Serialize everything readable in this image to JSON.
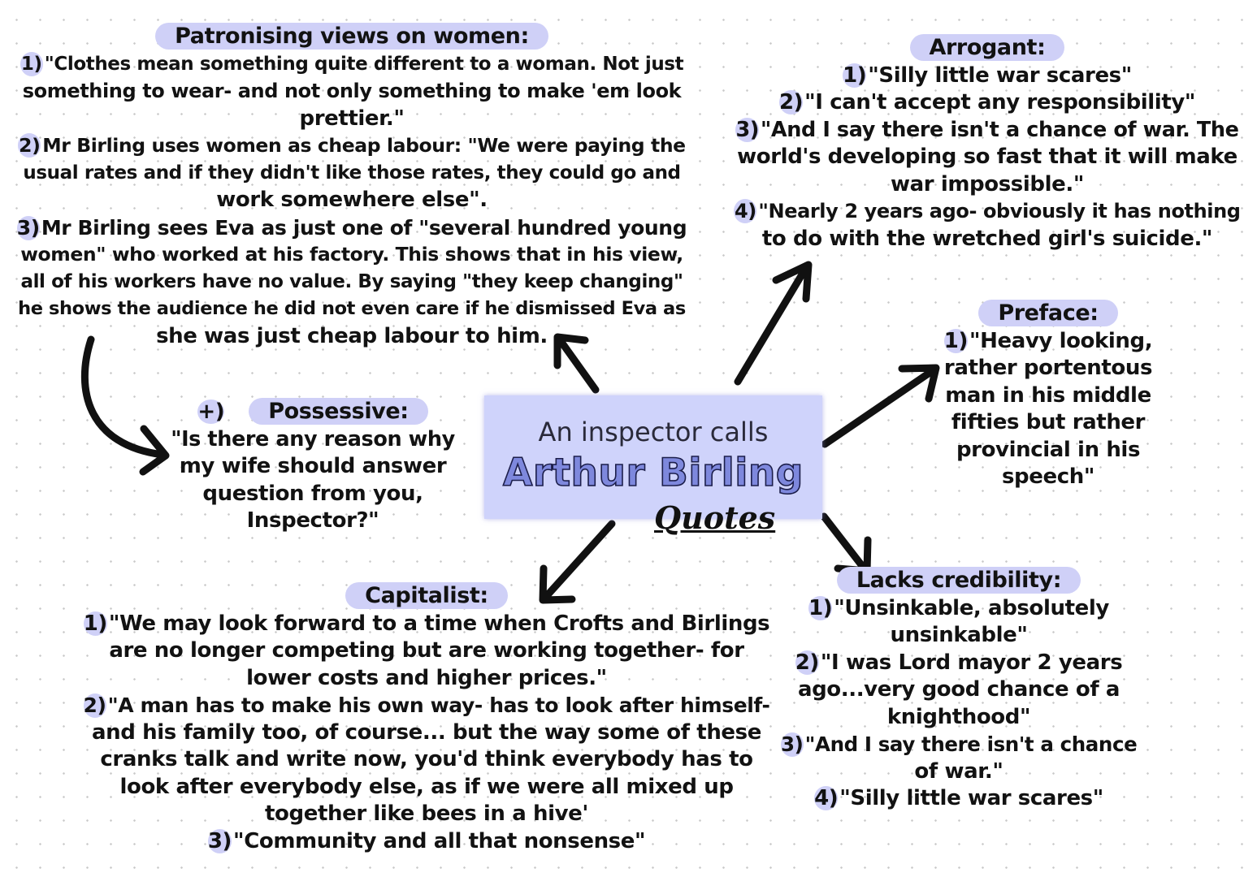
{
  "center": {
    "subtitle": "An inspector calls",
    "title": "Arthur Birling",
    "tag": "Quotes"
  },
  "patronising": {
    "heading": "Patronising views on women:",
    "lines": [
      {
        "num": "1)",
        "text": "\"Clothes mean something quite different to a woman. Not just"
      },
      {
        "num": "",
        "text": "something to wear- and not only something to make 'em look"
      },
      {
        "num": "",
        "text": "prettier.\""
      },
      {
        "num": "2)",
        "text": "Mr Birling uses women as cheap labour: \"We were paying the"
      },
      {
        "num": "",
        "text": "usual rates and if they didn't like those rates, they could go and"
      },
      {
        "num": "",
        "text": "work somewhere else\"."
      },
      {
        "num": "3)",
        "text": "Mr Birling sees Eva as just one of \"several hundred young"
      },
      {
        "num": "",
        "text": "women\" who worked at his factory. This shows that in his view,"
      },
      {
        "num": "",
        "text": "all of his workers have no value. By saying \"they keep changing\""
      },
      {
        "num": "",
        "text": "he shows the audience he did not even care if he dismissed Eva as"
      },
      {
        "num": "",
        "text": "she was just cheap labour to him."
      }
    ]
  },
  "arrogant": {
    "heading": "Arrogant:",
    "lines": [
      {
        "num": "1)",
        "text": "\"Silly little war scares\""
      },
      {
        "num": "2)",
        "text": "\"I can't accept any responsibility\""
      },
      {
        "num": "3)",
        "text": "\"And I say there isn't a chance of war. The"
      },
      {
        "num": "",
        "text": "world's developing so fast that it will make"
      },
      {
        "num": "",
        "text": "war impossible.\""
      },
      {
        "num": "4)",
        "text": "\"Nearly 2 years ago- obviously it has nothing"
      },
      {
        "num": "",
        "text": "to do with the wretched girl's suicide.\""
      }
    ]
  },
  "preface": {
    "heading": "Preface:",
    "lines": [
      {
        "num": "1)",
        "text": "\"Heavy looking,"
      },
      {
        "num": "",
        "text": "rather portentous"
      },
      {
        "num": "",
        "text": "man in his middle"
      },
      {
        "num": "",
        "text": "fifties but rather"
      },
      {
        "num": "",
        "text": "provincial in his"
      },
      {
        "num": "",
        "text": "speech\""
      }
    ]
  },
  "possessive": {
    "marker": "+)",
    "heading": "Possessive:",
    "lines": [
      {
        "num": "",
        "text": "\"Is there any reason why"
      },
      {
        "num": "",
        "text": "my wife should answer"
      },
      {
        "num": "",
        "text": "question from you,"
      },
      {
        "num": "",
        "text": "Inspector?\""
      }
    ]
  },
  "capitalist": {
    "heading": "Capitalist:",
    "lines": [
      {
        "num": "1)",
        "text": "\"We may look forward to a time when Crofts and Birlings"
      },
      {
        "num": "",
        "text": "are no longer competing but are working together- for"
      },
      {
        "num": "",
        "text": "lower costs and higher prices.\""
      },
      {
        "num": "2)",
        "text": "\"A man has to make his own way- has to look after himself-"
      },
      {
        "num": "",
        "text": "and his family too, of course... but the way some of these"
      },
      {
        "num": "",
        "text": "cranks talk and write now, you'd think everybody has to"
      },
      {
        "num": "",
        "text": "look after everybody else, as if we were all mixed up"
      },
      {
        "num": "",
        "text": "together like bees in a hive'"
      },
      {
        "num": "3)",
        "text": "\"Community and all that nonsense\""
      }
    ]
  },
  "credibility": {
    "heading": "Lacks credibility:",
    "lines": [
      {
        "num": "1)",
        "text": "\"Unsinkable, absolutely"
      },
      {
        "num": "",
        "text": "unsinkable\""
      },
      {
        "num": "2)",
        "text": "\"I was Lord mayor 2 years"
      },
      {
        "num": "",
        "text": "ago...very good chance of a"
      },
      {
        "num": "",
        "text": "knighthood\""
      },
      {
        "num": "3)",
        "text": "\"And I say there isn't a chance"
      },
      {
        "num": "",
        "text": "of war.\""
      },
      {
        "num": "4)",
        "text": "\"Silly little war scares\""
      }
    ]
  }
}
